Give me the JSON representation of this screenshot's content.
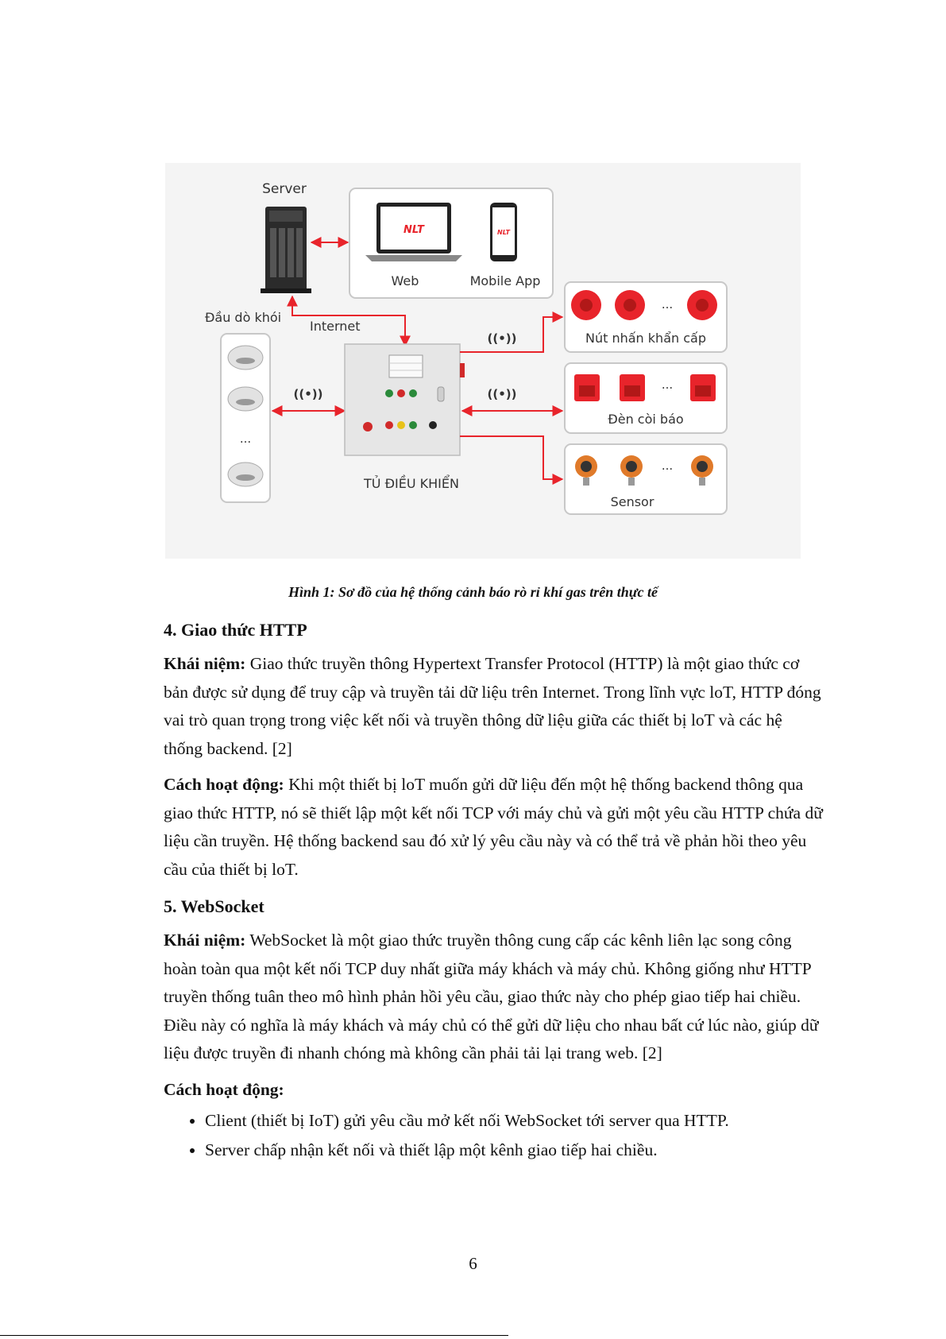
{
  "figure": {
    "server_label": "Server",
    "web_label": "Web",
    "mobile_label": "Mobile App",
    "logo_text": "NLT",
    "smoke_label": "Đầu dò khói",
    "internet_label": "Internet",
    "control_label": "TỦ ĐIỀU KHIỂN",
    "button_label": "Nút nhấn khẩn cấp",
    "siren_label": "Đèn còi báo",
    "sensor_label": "Sensor",
    "wireless_symbol": "((•))",
    "ellipsis": "...",
    "colors": {
      "accent": "#e8242b",
      "box_border": "#c8c8c8",
      "panel": "#e6e6e6"
    }
  },
  "caption": "Hình 1: Sơ đồ của hệ thống cảnh báo rò rỉ khí gas trên thực tế",
  "sections": [
    {
      "heading": "4. Giao thức HTTP",
      "paragraphs": [
        {
          "label": "Khái niệm:",
          "text": " Giao thức truyền thông Hypertext Transfer Protocol (HTTP) là một giao thức cơ bản được sử dụng để truy cập và truyền tải dữ liệu trên Internet. Trong lĩnh vực loT, HTTP đóng vai trò quan trọng trong việc kết nối và truyền thông dữ liệu giữa các thiết bị loT và các hệ thống backend. [2]"
        },
        {
          "label": "Cách hoạt động:",
          "text": " Khi một thiết bị loT muốn gửi dữ liệu đến một hệ thống backend thông qua giao thức HTTP, nó sẽ thiết lập một kết nối TCP với máy chủ và gửi một yêu cầu HTTP chứa dữ liệu cần truyền. Hệ thống backend sau đó xử lý yêu cầu này và có thể trả về phản hồi theo yêu cầu của thiết bị loT."
        }
      ]
    },
    {
      "heading": "5. WebSocket",
      "paragraphs": [
        {
          "label": "Khái niệm:",
          "text": " WebSocket là một giao thức truyền thông cung cấp các kênh liên lạc song công hoàn toàn qua một kết nối TCP duy nhất giữa máy khách và máy chủ. Không giống như HTTP truyền thống tuân theo mô hình phản hồi yêu cầu, giao thức này cho phép giao tiếp hai chiều. Điều này có nghĩa là máy khách và máy chủ có thể gửi dữ liệu cho nhau bất cứ lúc nào, giúp dữ liệu được truyền đi nhanh chóng mà không cần phải tải lại trang web. [2]"
        }
      ],
      "subheading": "Cách hoạt động:",
      "bullets": [
        "Client (thiết bị IoT) gửi yêu cầu mở kết nối WebSocket tới server qua HTTP.",
        "Server chấp nhận kết nối và thiết lập một kênh giao tiếp hai chiều."
      ]
    }
  ],
  "page_number": "6"
}
